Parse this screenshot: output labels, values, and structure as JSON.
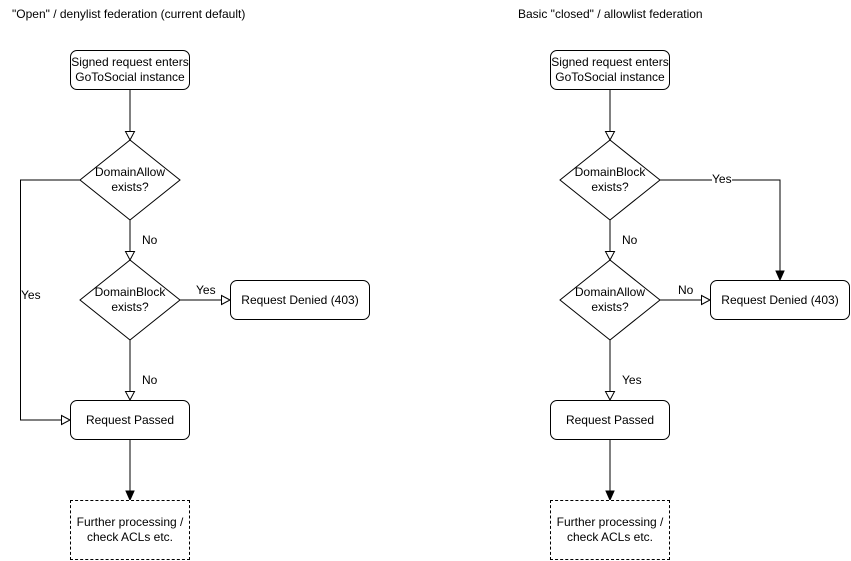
{
  "canvas": {
    "background": "#ffffff",
    "stroke_color": "#000000",
    "text_color": "#000000"
  },
  "left_chart": {
    "title": "\"Open\" / denylist federation (current default)",
    "nodes": {
      "start": "Signed request enters\nGoToSocial instance",
      "domain_allow": "DomainAllow\nexists?",
      "domain_block": "DomainBlock\nexists?",
      "request_denied": "Request Denied (403)",
      "request_passed": "Request Passed",
      "further_processing": "Further processing /\ncheck ACLs etc."
    },
    "edge_labels": {
      "domain_allow_no": "No",
      "domain_allow_yes": "Yes",
      "domain_block_yes": "Yes",
      "domain_block_no": "No"
    }
  },
  "right_chart": {
    "title": "Basic \"closed\" / allowlist federation",
    "nodes": {
      "start": "Signed request enters\nGoToSocial instance",
      "domain_block": "DomainBlock\nexists?",
      "domain_allow": "DomainAllow\nexists?",
      "request_denied": "Request Denied (403)",
      "request_passed": "Request Passed",
      "further_processing": "Further processing /\ncheck ACLs etc."
    },
    "edge_labels": {
      "domain_block_yes": "Yes",
      "domain_block_no": "No",
      "domain_allow_no": "No",
      "domain_allow_yes": "Yes"
    }
  }
}
